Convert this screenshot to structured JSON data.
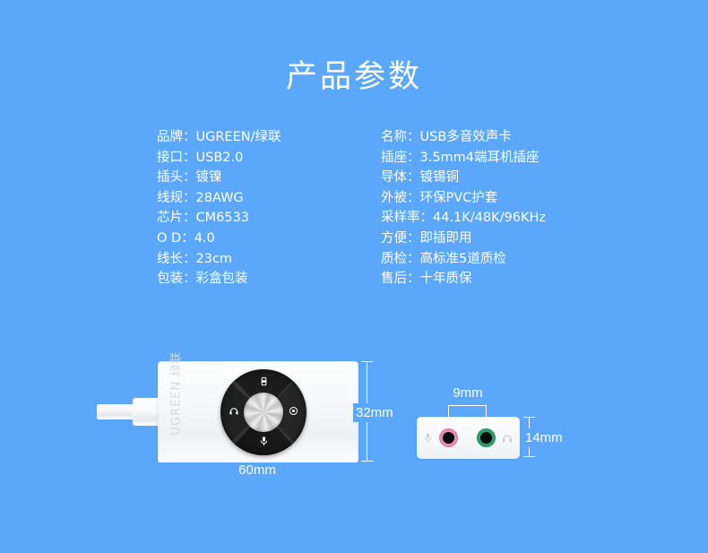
{
  "page": {
    "title": "产品参数",
    "background_color": "#5aa7fc",
    "text_color": "#ffffff"
  },
  "specs": {
    "left_column": [
      {
        "label": "品牌",
        "sep": "：",
        "value": "UGREEN/绿联"
      },
      {
        "label": "接口",
        "sep": "：",
        "value": "USB2.0"
      },
      {
        "label": "插头",
        "sep": "：",
        "value": "镀镍"
      },
      {
        "label": "线规",
        "sep": "：",
        "value": "28AWG"
      },
      {
        "label": "芯片",
        "sep": "：",
        "value": "CM6533"
      },
      {
        "label": "O D",
        "sep": "：",
        "value": "4.0"
      },
      {
        "label": "线长",
        "sep": "：",
        "value": "23cm"
      },
      {
        "label": "包装",
        "sep": "：",
        "value": "彩盒包装"
      }
    ],
    "right_column": [
      {
        "label": "名称",
        "sep": "：",
        "value": "USB多音效声卡"
      },
      {
        "label": "插座",
        "sep": "：",
        "value": "3.5mm4端耳机插座"
      },
      {
        "label": "导体",
        "sep": "：",
        "value": "镀锡铜"
      },
      {
        "label": "外被",
        "sep": "：",
        "value": "环保PVC护套"
      },
      {
        "label": "采样率",
        "sep": "：",
        "value": "44.1K/48K/96KHz"
      },
      {
        "label": "方便",
        "sep": "：",
        "value": "即插即用"
      },
      {
        "label": "质检",
        "sep": "：",
        "value": "高标准5道质检"
      },
      {
        "label": "售后",
        "sep": "：",
        "value": "十年质保"
      }
    ]
  },
  "device": {
    "brand_text": "UGREEN 绿联",
    "brand_color": "#d6dade",
    "body_color": "#f7f9fa",
    "control_pad": {
      "color": "#1f1f1f",
      "knob_color": "#d9d9d9",
      "icons": {
        "top": "media-icon",
        "left": "headphone-icon",
        "right": "power-icon",
        "bottom": "microphone-icon"
      }
    },
    "dimensions": {
      "width": "60mm",
      "height": "32mm"
    }
  },
  "jack_module": {
    "jacks": [
      {
        "name": "microphone-jack",
        "ring_color": "#e88fb0",
        "glyph": "microphone-icon"
      },
      {
        "name": "headphone-jack",
        "ring_color": "#2f9e6d",
        "glyph": "headphone-icon"
      }
    ],
    "dimensions": {
      "spacing": "9mm",
      "height": "14mm"
    }
  }
}
